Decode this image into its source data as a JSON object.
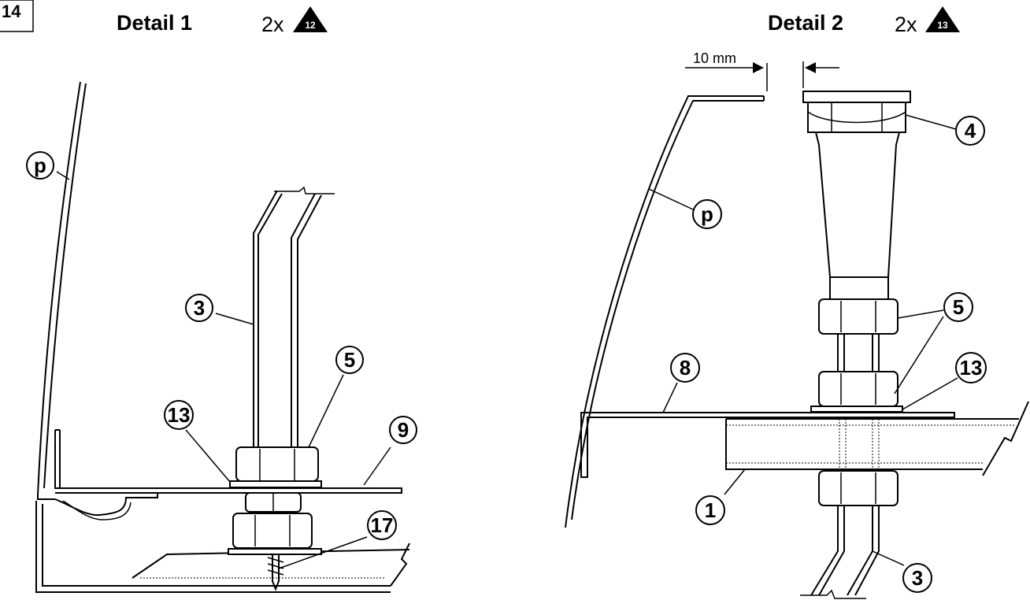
{
  "step_number": "14",
  "detail1": {
    "title": "Detail 1",
    "quantity": "2x",
    "bag_number": "12",
    "callouts": {
      "panel": "p",
      "leg": "3",
      "nut": "5",
      "washer": "13",
      "plate": "9",
      "screw": "17"
    }
  },
  "detail2": {
    "title": "Detail 2",
    "quantity": "2x",
    "bag_number": "13",
    "dimension": "10 mm",
    "callouts": {
      "foot": "4",
      "panel": "p",
      "nut": "5",
      "washer": "13",
      "plate": "8",
      "board": "1",
      "leg": "3"
    }
  }
}
